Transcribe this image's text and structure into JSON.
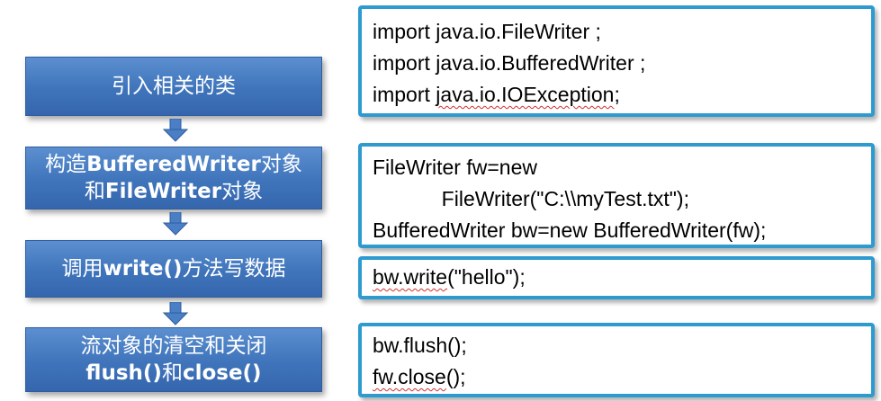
{
  "steps": [
    {
      "line1": "引入相关的类",
      "line2": null
    },
    {
      "line1_pre": "构造",
      "line1_bold": "BufferedWriter",
      "line1_post": "对象",
      "line2_pre": "和",
      "line2_bold": "FileWriter",
      "line2_post": "对象"
    },
    {
      "pre": "调用",
      "bold": "write()",
      "post": "方法写数据"
    },
    {
      "line1": "流对象的清空和关闭",
      "line2_bold": "flush()",
      "line2_mid": "和",
      "line2_bold2": "close()"
    }
  ],
  "code": {
    "box1": {
      "line1": "import java.io.FileWriter ;",
      "line2": "import java.io.BufferedWriter ;",
      "line3_pre": "import ",
      "line3_squig": "java.io.IOException",
      "line3_post": ";"
    },
    "box2": {
      "line1": "FileWriter fw=new",
      "line2": "            FileWriter(\"C:\\\\myTest.txt\");",
      "line3": "BufferedWriter bw=new BufferedWriter(fw);"
    },
    "box3": {
      "squig": "bw.write",
      "post": "(\"hello\");"
    },
    "box4": {
      "line1": "bw.flush();",
      "line2_squig": "fw.close",
      "line2_post": "();"
    }
  },
  "colors": {
    "step_fill": "#3f74bb",
    "code_border": "#2d9ad0",
    "arrow": "#4a7fc6"
  }
}
